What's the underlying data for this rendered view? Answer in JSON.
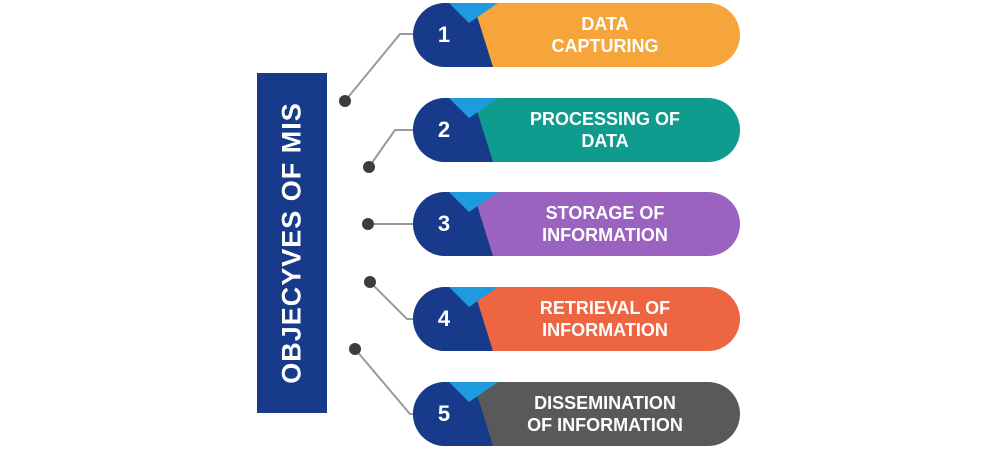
{
  "title": "OBJECYVES OF MIS",
  "colors": {
    "navy": "#173a8a",
    "accent_blue": "#1e9bdf",
    "connector": "#3d3d3d"
  },
  "items": [
    {
      "number": "1",
      "line1": "DATA",
      "line2": "CAPTURING",
      "color": "#f6a53a"
    },
    {
      "number": "2",
      "line1": "PROCESSING OF",
      "line2": "DATA",
      "color": "#0f9b8e"
    },
    {
      "number": "3",
      "line1": "STORAGE OF",
      "line2": "INFORMATION",
      "color": "#9a63bf"
    },
    {
      "number": "4",
      "line1": "RETRIEVAL OF",
      "line2": "INFORMATION",
      "color": "#ee6542"
    },
    {
      "number": "5",
      "line1": "DISSEMINATION",
      "line2": "OF INFORMATION",
      "color": "#58595b"
    }
  ]
}
